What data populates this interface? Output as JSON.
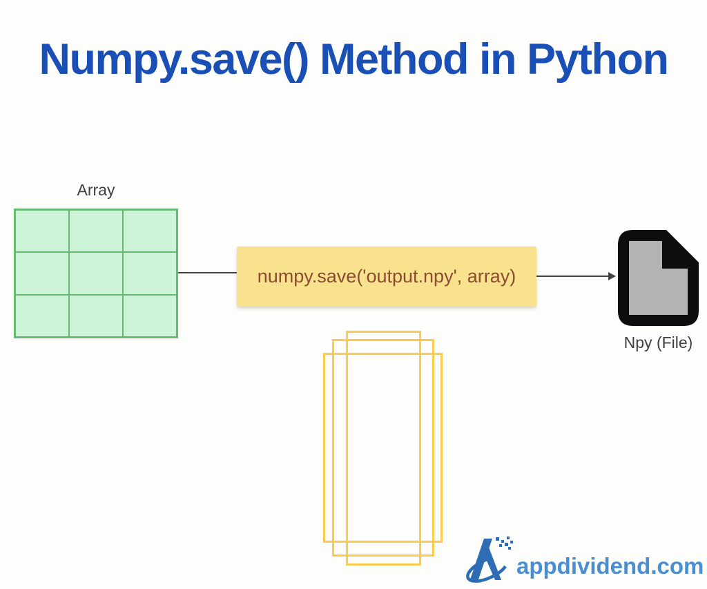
{
  "title": {
    "text": "Numpy.save() Method in Python"
  },
  "diagram": {
    "array": {
      "label": "Array",
      "rows": 3,
      "cols": 3
    },
    "code_box": {
      "text": "numpy.save('output.npy', array)"
    },
    "file": {
      "label": "Npy (File)"
    }
  },
  "branding": {
    "text": "appdividend.com"
  },
  "theme": {
    "bg": "#fdfdfb",
    "title": "#1a4fb5",
    "label": "#3f3f3f",
    "grid_fill": "#cdf3d8",
    "grid_border": "#68ba72",
    "code_fill": "#f8e28e",
    "code_text": "#8d4a30",
    "line": "#444444",
    "frame": "#fcca4c",
    "icon_black": "#0d0d0d",
    "icon_gray": "#b3b3b3",
    "brand_mark": "#2e6cb5",
    "brand_text": "#4a8ed0"
  }
}
